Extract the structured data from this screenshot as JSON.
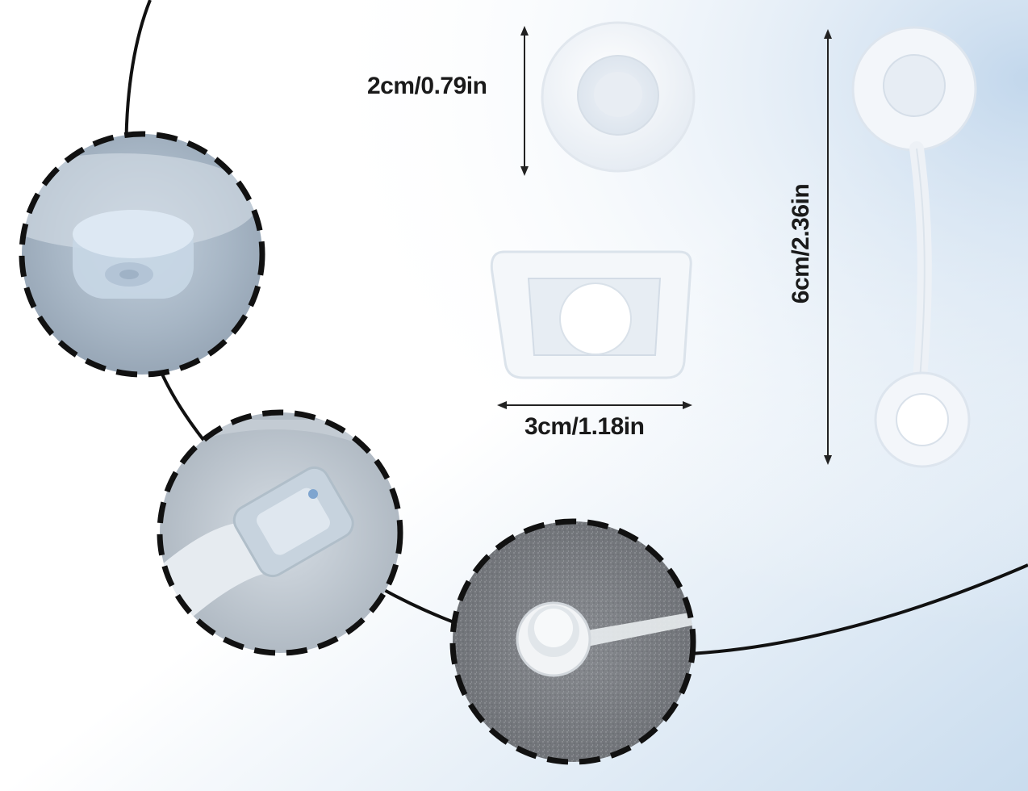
{
  "dimensions": {
    "round_gasket": "2cm/0.79in",
    "square_gasket": "3cm/1.18in",
    "tether_plug": "6cm/2.36in"
  },
  "colors": {
    "line": "#111111",
    "silicone": "#f3f6fa",
    "silicone_shadow": "#dfe6ee",
    "bg_accent": "#c9dcee"
  },
  "icons": {
    "dimension_arrow": "arrow-double-icon",
    "detail_frame": "dashed-circle-frame"
  }
}
